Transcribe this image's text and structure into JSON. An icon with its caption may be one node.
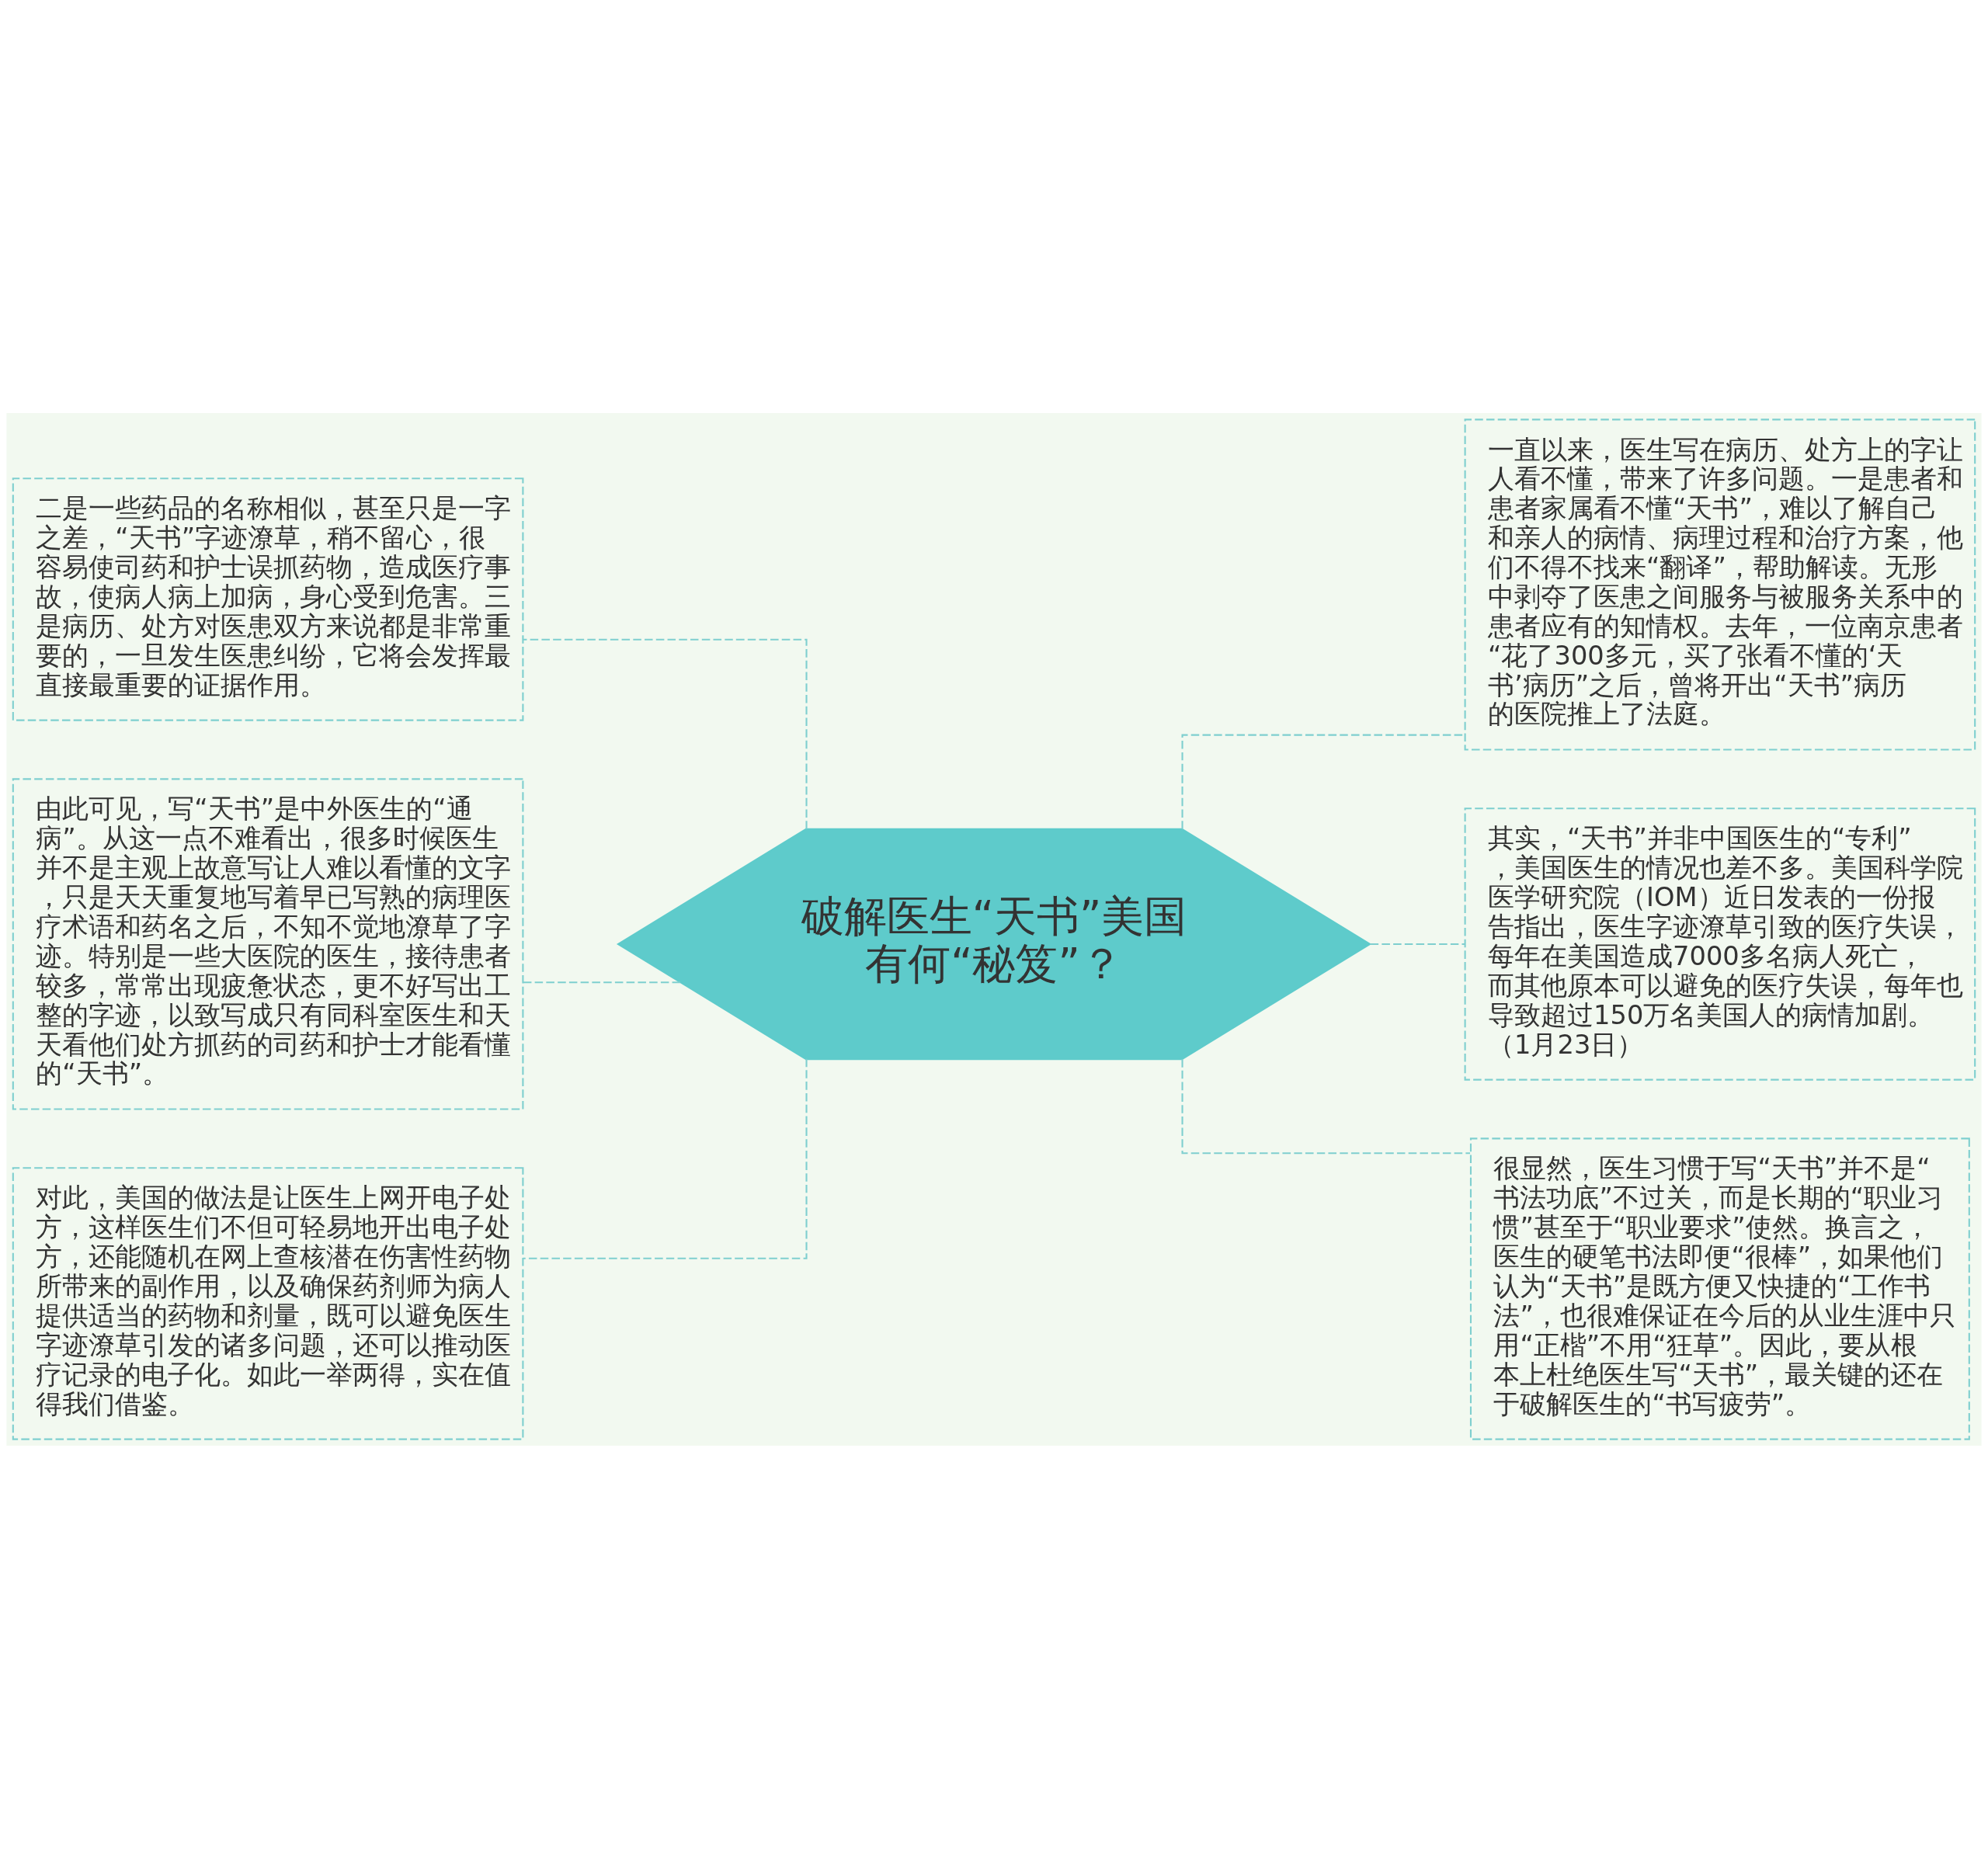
{
  "diagram": {
    "nodes": [
      {
        "text": [
          "破解医生“天书”美国有何“秘笈”？"
        ]
      },
      {
        "text": [
          "二是一些药品的名称相似，甚至只是一字之差，“天书”字迹潦草，稍不留心，很容易使司药和护士误抓药物，造成医疗事故，使病人病上加病，身心受到危害。三是病历、处方对医患双方来说都是非常重要的，一旦发生医患纠纷，它将会发挥最直接最重要的证据作用。"
        ]
      },
      {
        "text": [
          "由此可见，写“天书”是中外医生的“通病”。从这一点不难看出，很多时候医生并不是主观上故意写让人难以看懂的文字，只是天天重复地写着早已写熟的病理医疗术语和药名之后，不知不觉地潦草了字迹。特别是一些大医院的医生，接待患者较多，常常出现疲惫状态，更不好写出工整的字迹，以致写成只有同科室医生和天天看他们处方抓药的司药和护士才能看懂的“天书”。"
        ]
      },
      {
        "text": [
          "对此，美国的做法是让医生上网开电子处方，这样医生们不但可轻易地开出电子处方，还能随机在网上查核潜在伤害性药物所带来的副作用，以及确保药剂师为病人提供适当的药物和剂量，既可以避免医生字迹潦草引发的诸多问题，还可以推动医疗记录的电子化。如此一举两得，实在值得我们借鉴。"
        ]
      },
      {
        "text": [
          "一直以来，医生写在病历、处方上的字让人看不懂，带来了许多问题。一是患者和患者家属看不懂“天书”，难以了解自己和亲人的病情、病理过程和治疗方案，他们不得不找来“翻译”，帮助解读。无形中剥夺了医患之间服务与被服务关系中的患者应有的知情权。去年，一位南京患者“花了300多元，买了张看不懂的‘天书’病历”之后，曾将开出“天书”病历的医院推上了法庭。"
        ]
      },
      {
        "text": [
          "其实，“天书”并非中国医生的“专利”，美国医生的情况也差不多。美国科学院医学研究院（IOM）近日发表的一份报告指出，医生字迹潦草引致的医疗失误，每年在美国造成7000多名病人死亡，而其他原本可以避免的医疗失误，每年也导致超过150万名美国人的病情加剧。（1月23日）"
        ]
      },
      {
        "text": [
          "很显然，医生习惯于写“天书”并不是“书法功底”不过关，而是长期的“职业习惯”甚至于“职业要求”使然。换言之，医生的硬笔书法即便“很棒”，如果他们认为“天书”是既方便又快捷的“工作书法”，也很难保证在今后的从业生涯中只用“正楷”不用“狂草”。因此，要从根本上杜绝医生写“天书”，最关键的还在于破解医生的“书写疲劳”。"
        ]
      }
    ],
    "edges": [
      {
        "from": 0,
        "to": 1,
        "arrow": "none",
        "style": "dashed"
      },
      {
        "from": 0,
        "to": 2,
        "arrow": "none",
        "style": "dashed"
      },
      {
        "from": 0,
        "to": 3,
        "arrow": "none",
        "style": "dashed"
      },
      {
        "from": 0,
        "to": 4,
        "arrow": "none",
        "style": "dashed"
      },
      {
        "from": 0,
        "to": 5,
        "arrow": "none",
        "style": "dashed"
      },
      {
        "from": 0,
        "to": 6,
        "arrow": "none",
        "style": "dashed"
      }
    ]
  }
}
